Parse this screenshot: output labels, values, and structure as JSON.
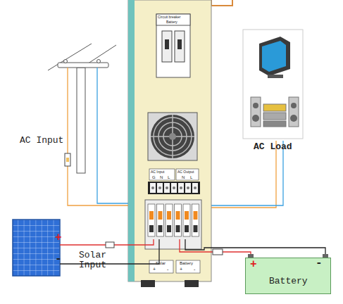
{
  "diagram": {
    "nodes": [
      {
        "text": [
          "AC Load"
        ]
      },
      {
        "text": [
          "Battery"
        ]
      }
    ],
    "labels": [
      "AC Input",
      "+",
      "-",
      "Solar Input",
      "+",
      "-",
      "Circuit breaker",
      "Battery",
      "AC Input",
      "G",
      "N",
      "L",
      "AC Output",
      "N",
      "L",
      "Solar",
      "+",
      "-",
      "Battery",
      "+",
      "-"
    ]
  }
}
